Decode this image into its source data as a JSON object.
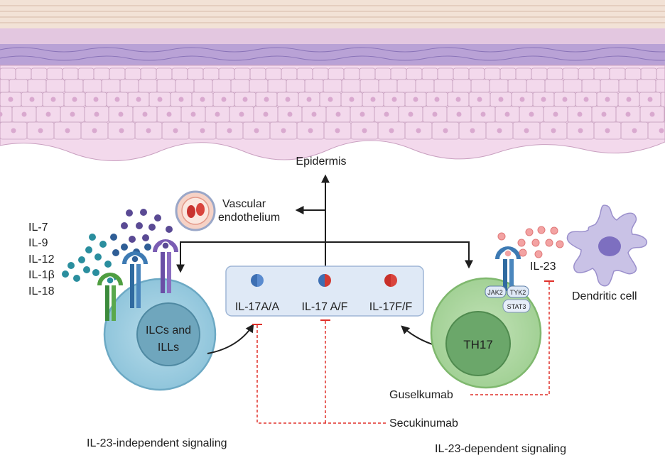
{
  "epidermis": {
    "label": "Epidermis"
  },
  "vascular": {
    "line1": "Vascular",
    "line2": "endothelium"
  },
  "cytokines": [
    "IL-7",
    "IL-9",
    "IL-12",
    "IL-1β",
    "IL-18"
  ],
  "ilc_cell": {
    "line1": "ILCs and",
    "line2": "ILLs"
  },
  "il17_box": {
    "items": [
      "IL-17A/A",
      "IL-17 A/F",
      "IL-17F/F"
    ]
  },
  "th17_cell": {
    "label": "TH17",
    "jak2": "JAK2",
    "tyk2": "TYK2",
    "stat3": "STAT3"
  },
  "il23": {
    "label": "IL-23"
  },
  "dendritic": {
    "label": "Dendritic cell"
  },
  "drugs": {
    "guselkumab": "Guselkumab",
    "secukinumab": "Secukinumab"
  },
  "captions": {
    "left": "IL-23-independent signaling",
    "right": "IL-23-dependent signaling"
  },
  "colors": {
    "inhibition": "#e0302a",
    "ilc_cell": "#a9d3e4",
    "th17_cell": "#b3d9a8",
    "il23_dots": "#f3a3a3"
  }
}
